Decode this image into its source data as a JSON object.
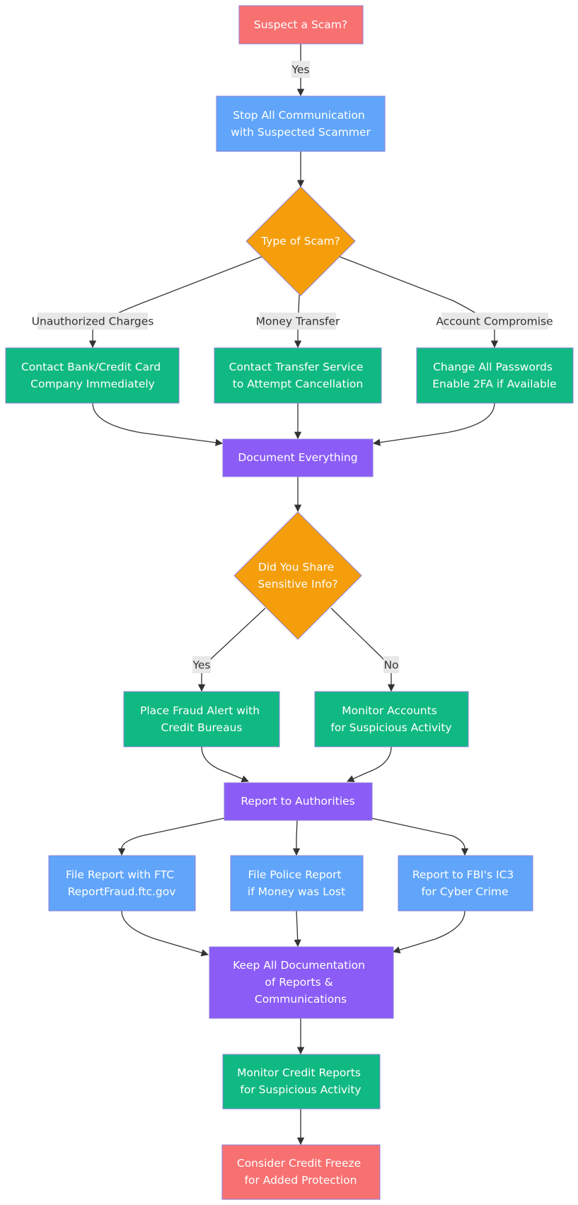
{
  "colors": {
    "red": "#f87171",
    "blue": "#60a5fa",
    "orange": "#f59e0b",
    "green": "#10b981",
    "purple": "#8b5cf6",
    "edge": "#333333",
    "label_bg": "#e8e8e8"
  },
  "nodes": {
    "suspect": {
      "lines": [
        "Suspect a Scam?"
      ]
    },
    "stop": {
      "lines": [
        "Stop All Communication",
        "with Suspected Scammer"
      ]
    },
    "type": {
      "lines": [
        "Type of Scam?"
      ]
    },
    "bank": {
      "lines": [
        "Contact Bank/Credit Card",
        "Company Immediately"
      ]
    },
    "transfer": {
      "lines": [
        "Contact Transfer Service",
        "to Attempt Cancellation"
      ]
    },
    "passwords": {
      "lines": [
        "Change All Passwords",
        "Enable 2FA if Available"
      ]
    },
    "document": {
      "lines": [
        "Document Everything"
      ]
    },
    "shared": {
      "lines": [
        "Did You Share",
        "Sensitive Info?"
      ]
    },
    "fraud_alert": {
      "lines": [
        "Place Fraud Alert with",
        "Credit Bureaus"
      ]
    },
    "monitor_accounts": {
      "lines": [
        "Monitor Accounts",
        "for Suspicious Activity"
      ]
    },
    "report": {
      "lines": [
        "Report to Authorities"
      ]
    },
    "ftc": {
      "lines": [
        "File Report with FTC",
        "ReportFraud.ftc.gov"
      ]
    },
    "police": {
      "lines": [
        "File Police Report",
        "if Money was Lost"
      ]
    },
    "ic3": {
      "lines": [
        "Report to FBI's IC3",
        "for Cyber Crime"
      ]
    },
    "keep": {
      "lines": [
        "Keep All Documentation",
        "of Reports &",
        "Communications"
      ]
    },
    "monitor_credit": {
      "lines": [
        "Monitor Credit Reports",
        "for Suspicious Activity"
      ]
    },
    "freeze": {
      "lines": [
        "Consider Credit Freeze",
        "for Added Protection"
      ]
    }
  },
  "edge_labels": {
    "yes_top": "Yes",
    "unauthorized": "Unauthorized Charges",
    "money_transfer": "Money Transfer",
    "account_compromise": "Account Compromise",
    "yes_shared": "Yes",
    "no_shared": "No"
  }
}
